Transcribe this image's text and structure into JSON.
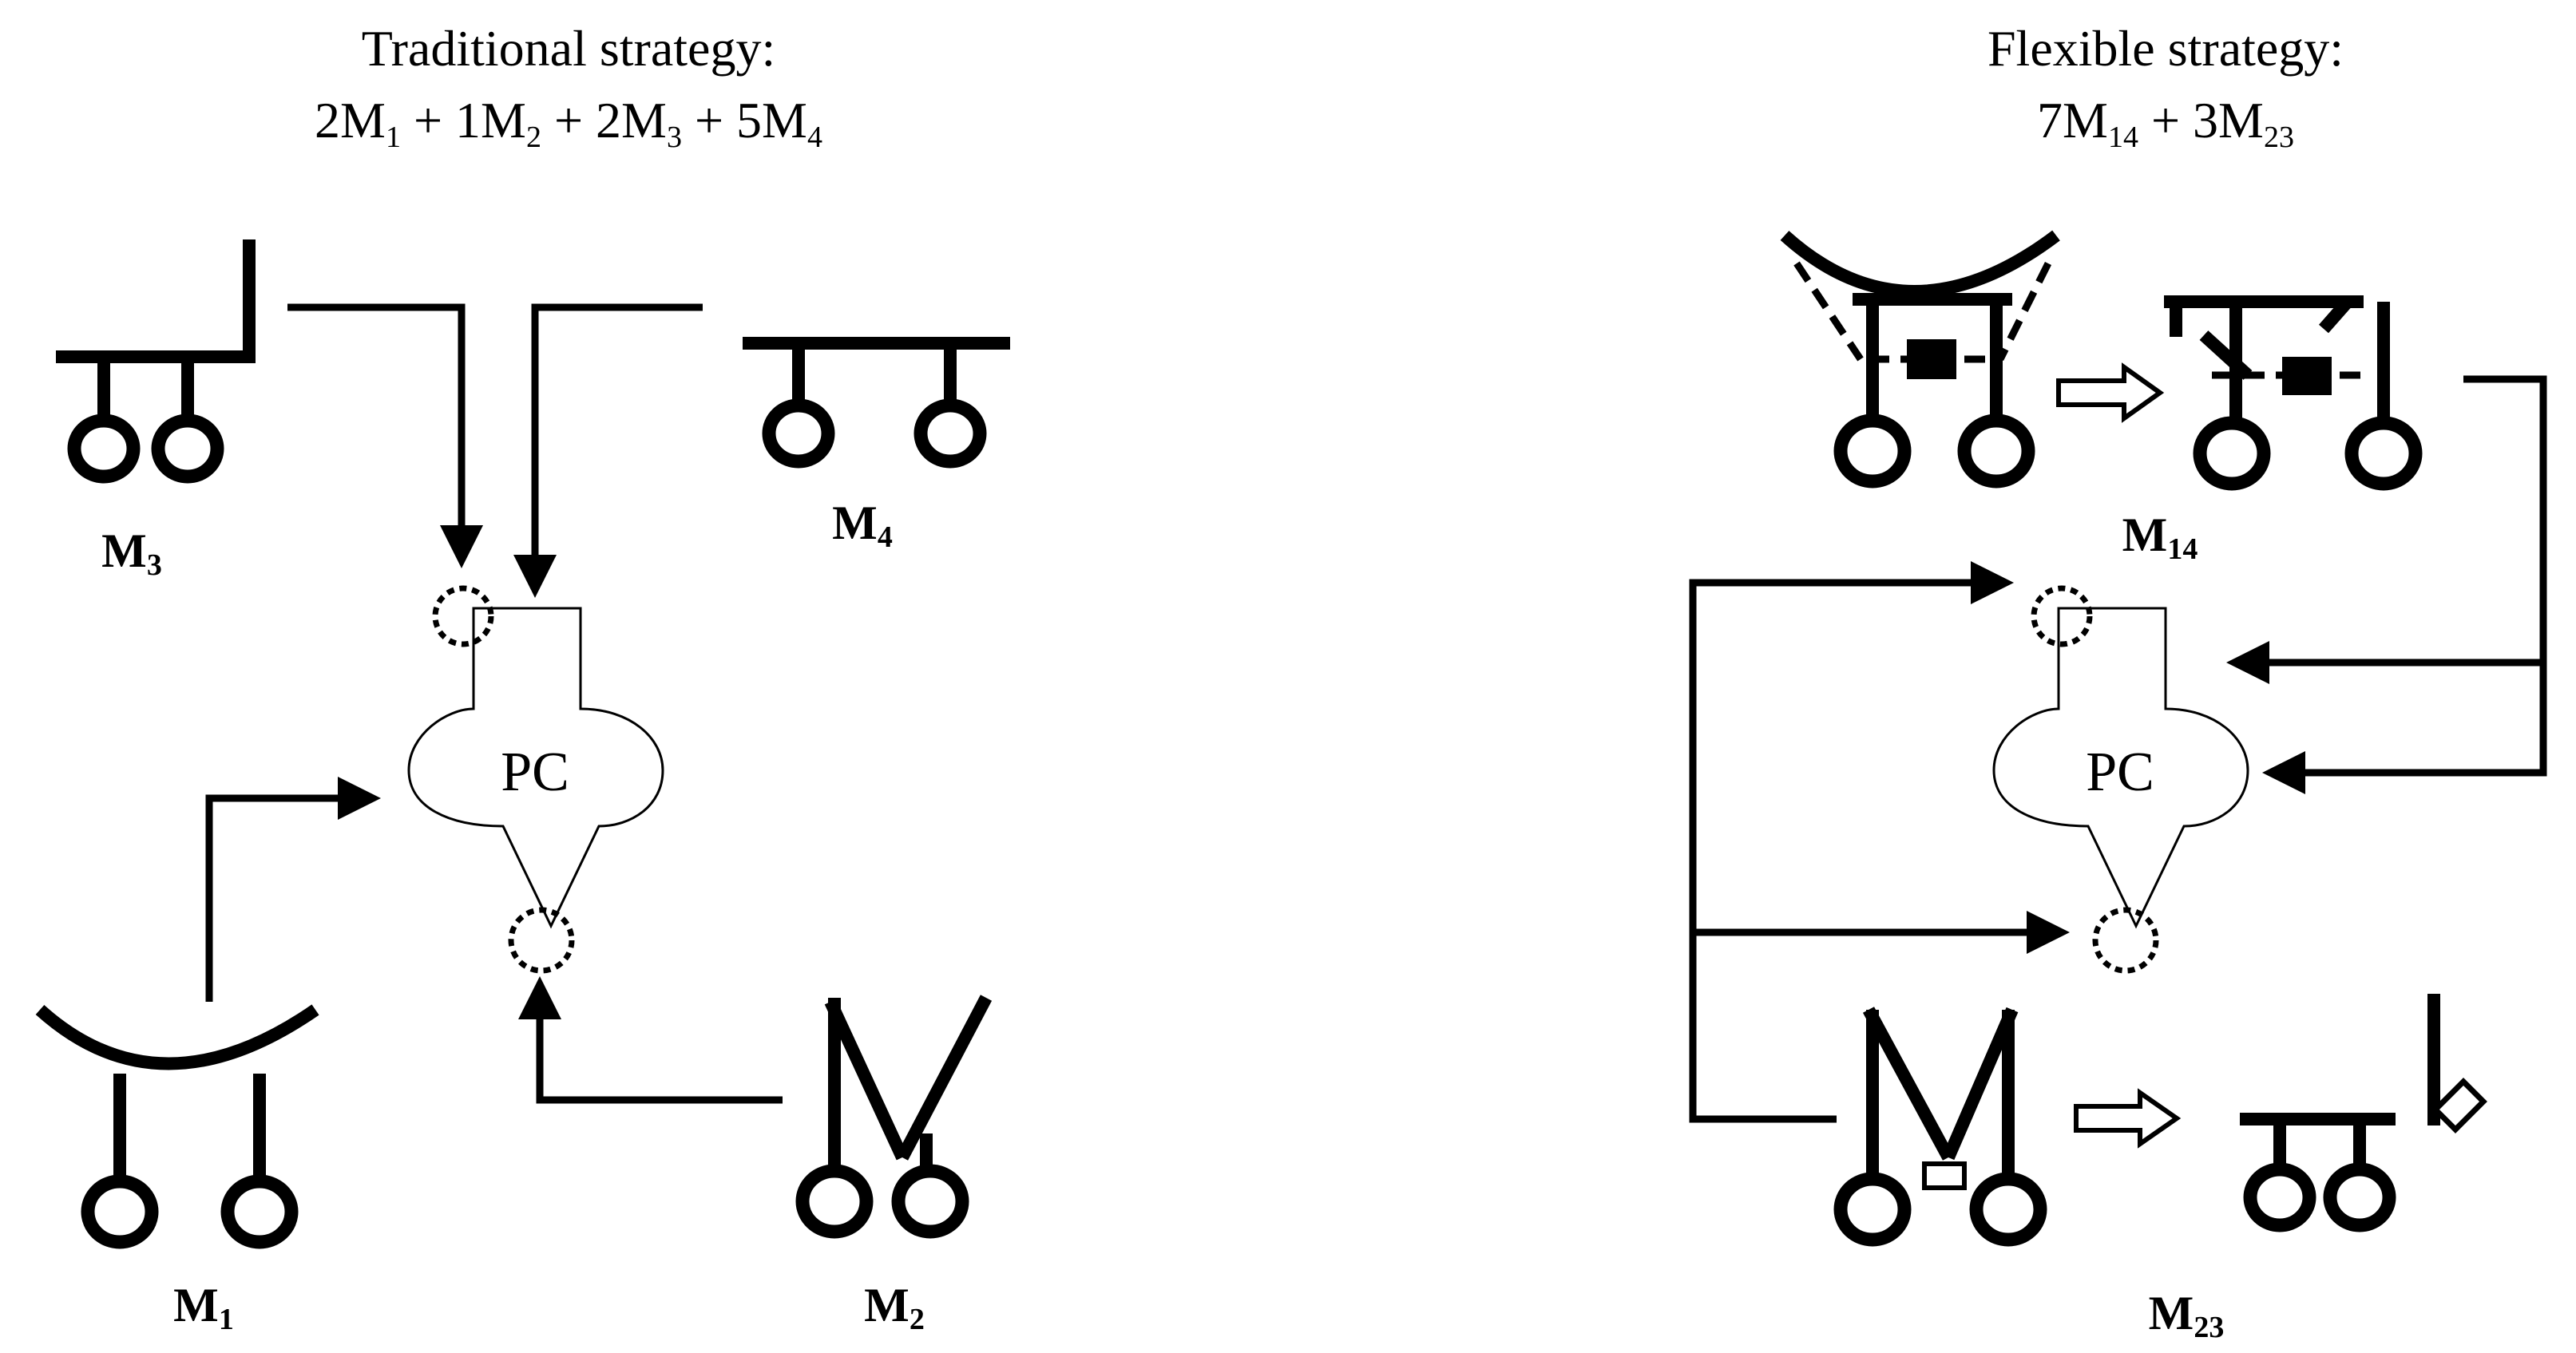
{
  "left_panel": {
    "title_line1": "Traditional strategy:",
    "title_line2": {
      "parts": [
        "2M",
        "1",
        " + 1M",
        "2",
        " + 2M",
        "3",
        " + 5M",
        "4"
      ]
    },
    "labels": {
      "m1": {
        "main": "M",
        "sub": "1"
      },
      "m2": {
        "main": "M",
        "sub": "2"
      },
      "m3": {
        "main": "M",
        "sub": "3"
      },
      "m4": {
        "main": "M",
        "sub": "4"
      }
    },
    "cell_label": "PC"
  },
  "right_panel": {
    "title_line1": "Flexible strategy:",
    "title_line2": {
      "parts": [
        "7M",
        "14",
        " + 3M",
        "23"
      ]
    },
    "labels": {
      "m14": {
        "main": "M",
        "sub": "14"
      },
      "m23": {
        "main": "M",
        "sub": "23"
      }
    },
    "cell_label": "PC"
  },
  "colors": {
    "ink": "#000000",
    "background": "#ffffff"
  }
}
